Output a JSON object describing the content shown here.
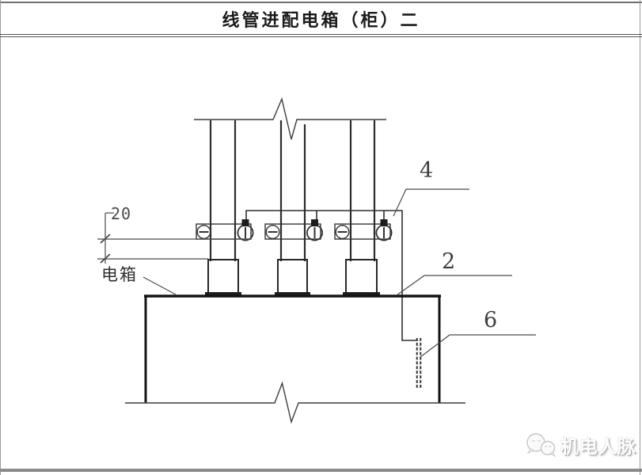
{
  "window": {
    "title": "线管进配电箱（柜）二"
  },
  "annotations": {
    "dimension_20": "20",
    "box_label": "电箱",
    "callout_4": "4",
    "callout_2": "2",
    "callout_6": "6"
  },
  "watermark": {
    "brand": "机电人脉",
    "icon": "wechat-bubbles-icon"
  },
  "diagram_semantics": {
    "type": "electrical-installation-detail",
    "elements": {
      "callout_4_points_to": "ground wire at pipe clamp bolt",
      "callout_2_points_to": "enclosure top plate",
      "callout_6_points_to": "flexible bonding strap inside box",
      "dimension_20_measures": "conduit exposure between clamp and locknut",
      "box_label_points_to": "distribution box"
    }
  },
  "colors": {
    "line": "#3d3d3d",
    "thick_line": "#161616",
    "border": "#6e6e6e",
    "watermark_gray": "#b5b5b5",
    "background": "#ffffff"
  }
}
